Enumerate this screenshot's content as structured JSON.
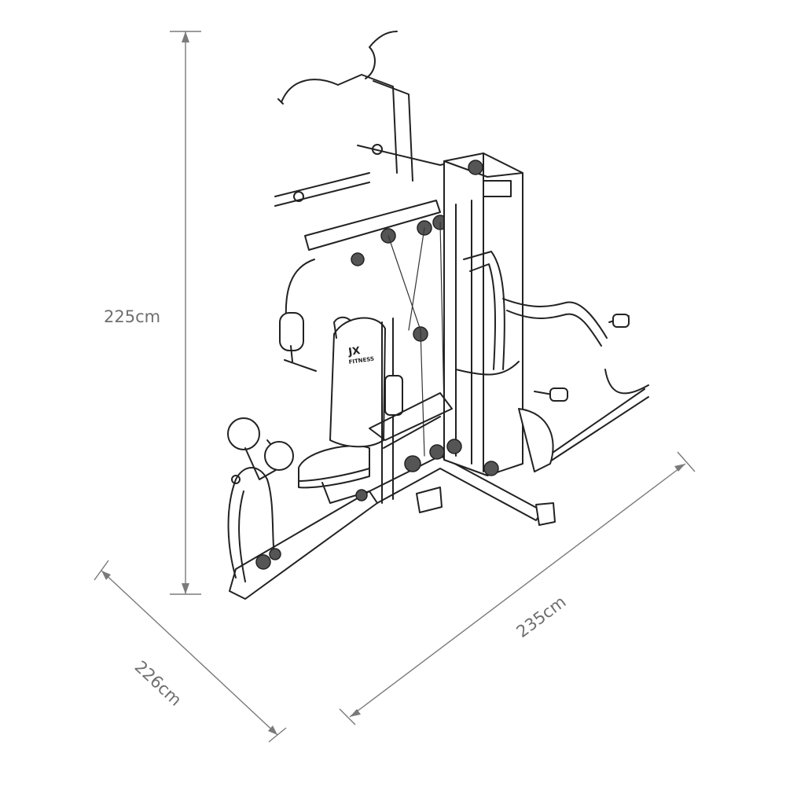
{
  "dimensions": {
    "height": {
      "label": "225cm"
    },
    "depth": {
      "label": "226cm"
    },
    "width": {
      "label": "235cm"
    }
  },
  "brand": {
    "logo": "JX",
    "sub": "FITNESS"
  },
  "colors": {
    "ink": "#222222",
    "dimension": "#7a7a7a",
    "label": "#6f6f6f"
  }
}
